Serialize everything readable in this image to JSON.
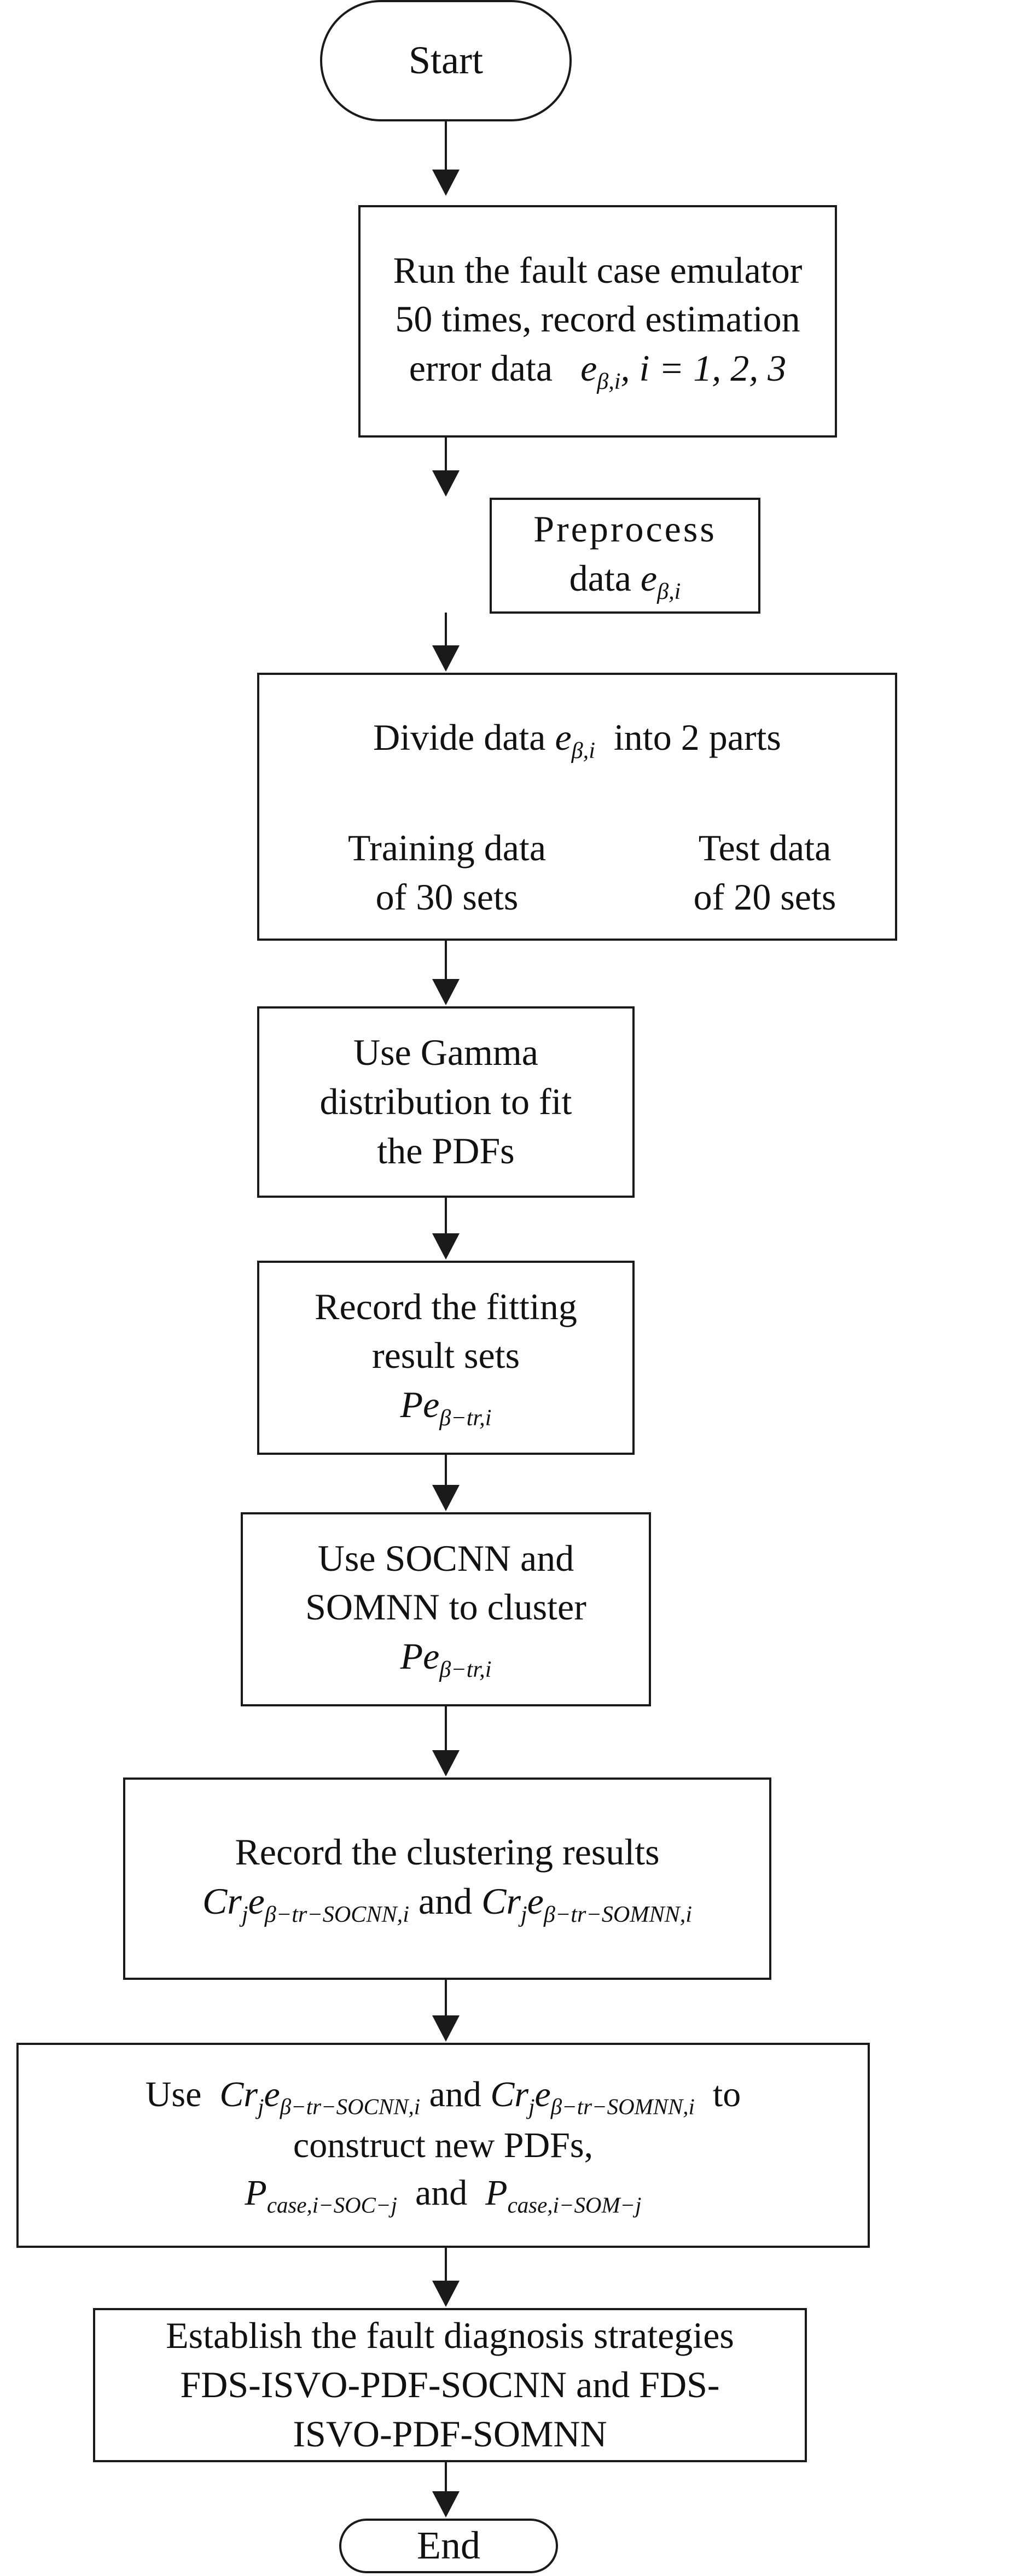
{
  "start": "Start",
  "step1": {
    "line1": "Run the fault case emulator",
    "line2": "50 times, record estimation",
    "line3_text": "error data",
    "line3_math": "e",
    "line3_sub": "β,i",
    "line3_tail": ", i = 1, 2, 3"
  },
  "step2": {
    "line1": "Preprocess",
    "line2_text": "data",
    "line2_math": "e",
    "line2_sub": "β,i"
  },
  "step3": {
    "pre": "Divide data",
    "math": "e",
    "sub": "β,i",
    "post": "into 2 parts",
    "left_line1": "Training data",
    "left_line2": "of 30 sets",
    "right_line1": "Test data",
    "right_line2": "of 20 sets"
  },
  "step4": {
    "line1": "Use Gamma",
    "line2": "distribution to fit",
    "line3": "the PDFs"
  },
  "step5": {
    "line1": "Record the fitting",
    "line2": "result sets",
    "math": "Pe",
    "sub": "β−tr,i"
  },
  "step6": {
    "line1": "Use SOCNN and",
    "line2": "SOMNN to cluster",
    "math": "Pe",
    "sub": "β−tr,i"
  },
  "step7": {
    "line1": "Record the clustering results",
    "math_a": "Cr",
    "math_a_sub": "j",
    "math_a2": "e",
    "math_a2_sub": "β−tr−SOCNN,i",
    "conj": "and",
    "math_b": "Cr",
    "math_b_sub": "j",
    "math_b2": "e",
    "math_b2_sub": "β−tr−SOMNN,i"
  },
  "step8": {
    "use": "Use",
    "math_a": "Cr",
    "math_a_sub": "j",
    "math_a2": "e",
    "math_a2_sub": "β−tr−SOCNN,i",
    "conj": "and",
    "math_b": "Cr",
    "math_b_sub": "j",
    "math_b2": "e",
    "math_b2_sub": "β−tr−SOMNN,i",
    "to": "to",
    "line2": "construct new PDFs,",
    "math_c": "P",
    "math_c_sub": "case,i−SOC−j",
    "conj2": "and",
    "math_d": "P",
    "math_d_sub": "case,i−SOM−j"
  },
  "step9": {
    "line1": "Establish the fault diagnosis strategies",
    "line2": "FDS-ISVO-PDF-SOCNN and FDS-",
    "line3": "ISVO-PDF-SOMNN"
  },
  "end": "End",
  "colors": {
    "stroke": "#1a1a1a",
    "text": "#111111",
    "background": "#ffffff"
  }
}
